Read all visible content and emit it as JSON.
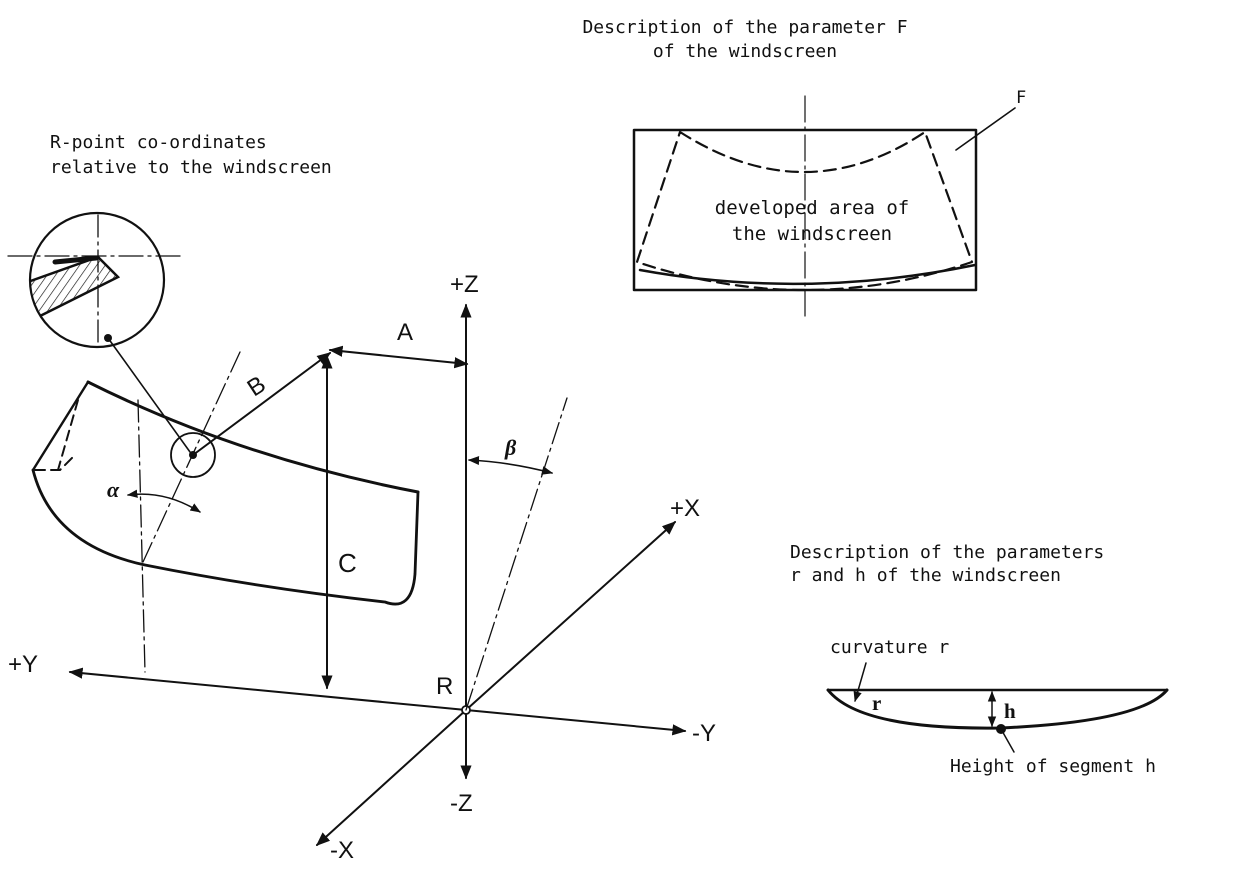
{
  "captions": {
    "f_line1": "Description of the parameter F",
    "f_line2": "of the windscreen",
    "r_point_line1": "R-point co-ordinates",
    "r_point_line2": "relative to the windscreen",
    "rh_line1": "Description of the parameters",
    "rh_line2": "r and h of the windscreen"
  },
  "windscreen_panel": {
    "area_line1": "developed area of",
    "area_line2": "the windscreen",
    "param_label": "F"
  },
  "axes": {
    "plus_z": "+Z",
    "minus_z": "-Z",
    "plus_y": "+Y",
    "minus_y": "-Y",
    "plus_x": "+X",
    "minus_x": "-X",
    "origin": "R"
  },
  "dimensions": {
    "a": "A",
    "b": "B",
    "c": "C",
    "alpha": "α",
    "beta": "β"
  },
  "segment_detail": {
    "curvature_label": "curvature r",
    "r_label": "r",
    "h_label": "h",
    "height_label": "Height of segment h"
  },
  "colors": {
    "ink": "#111111",
    "paper": "#ffffff"
  }
}
